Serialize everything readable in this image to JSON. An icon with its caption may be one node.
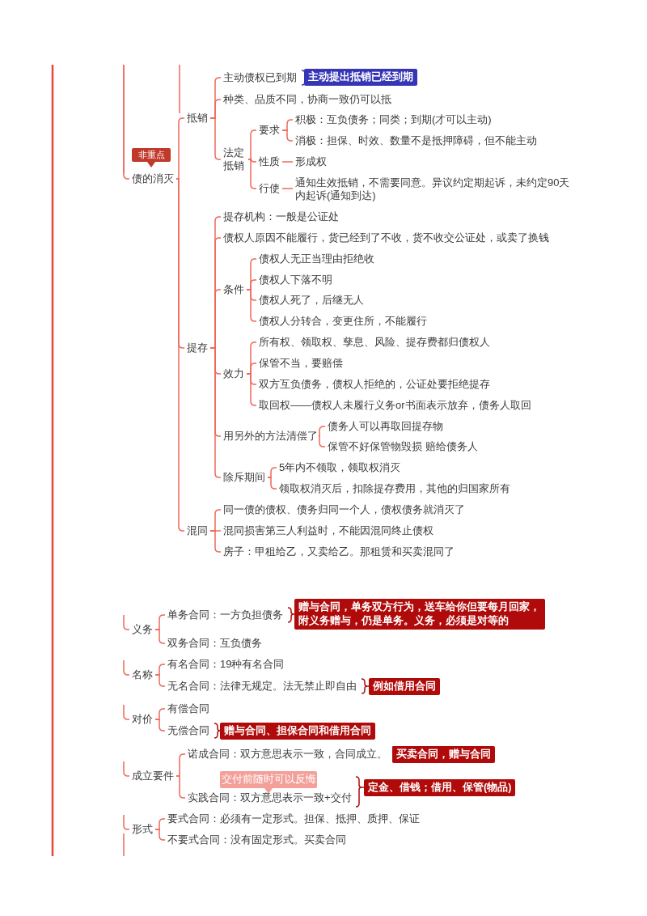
{
  "diagram": {
    "nodes": [
      {
        "text": [
          "非重点"
        ]
      },
      {
        "text": [
          "债的消灭"
        ]
      },
      {
        "text": [
          "抵销"
        ]
      },
      {
        "text": [
          "主动债权已到期"
        ]
      },
      {
        "text": [
          "主动提出抵销已经到期"
        ]
      },
      {
        "text": [
          "种类、品质不同，协商一致仍可以抵"
        ]
      },
      {
        "text": [
          "法定抵销"
        ]
      },
      {
        "text": [
          "要求"
        ]
      },
      {
        "text": [
          "积极：互负债务；同类；到期(才可以主动)"
        ]
      },
      {
        "text": [
          "消极：担保、时效、数量不是抵押障碍，但不能主动"
        ]
      },
      {
        "text": [
          "性质"
        ]
      },
      {
        "text": [
          "形成权"
        ]
      },
      {
        "text": [
          "行使"
        ]
      },
      {
        "text": [
          "通知生效抵销，不需要同意。异议约定期起诉，未约定90天内起诉(通知到达)"
        ]
      },
      {
        "text": [
          "提存"
        ]
      },
      {
        "text": [
          "提存机构：一般是公证处"
        ]
      },
      {
        "text": [
          "债权人原因不能履行，货已经到了不收，货不收交公证处，或卖了换钱"
        ]
      },
      {
        "text": [
          "条件"
        ]
      },
      {
        "text": [
          "债权人无正当理由拒绝收"
        ]
      },
      {
        "text": [
          "债权人下落不明"
        ]
      },
      {
        "text": [
          "债权人死了，后继无人"
        ]
      },
      {
        "text": [
          "债权人分转合，变更住所，不能履行"
        ]
      },
      {
        "text": [
          "效力"
        ]
      },
      {
        "text": [
          "所有权、领取权、孳息、风险、提存费都归债权人"
        ]
      },
      {
        "text": [
          "保管不当，要赔偿"
        ]
      },
      {
        "text": [
          "双方互负债务，债权人拒绝的，公证处要拒绝提存"
        ]
      },
      {
        "text": [
          "取回权——债权人未履行义务or书面表示放弃，债务人取回"
        ]
      },
      {
        "text": [
          "用另外的方法清偿了"
        ]
      },
      {
        "text": [
          "债务人可以再取回提存物"
        ]
      },
      {
        "text": [
          "保管不好保管物毁损  赔给债务人"
        ]
      },
      {
        "text": [
          "除斥期间"
        ]
      },
      {
        "text": [
          "5年内不领取，领取权消灭"
        ]
      },
      {
        "text": [
          "领取权消灭后，扣除提存费用，其他的归国家所有"
        ]
      },
      {
        "text": [
          "混同"
        ]
      },
      {
        "text": [
          "同一债的债权、债务归同一个人，债权债务就消灭了"
        ]
      },
      {
        "text": [
          "混同损害第三人利益时，不能因混同终止债权"
        ]
      },
      {
        "text": [
          "房子：甲租给乙，又卖给乙。那租赁和买卖混同了"
        ]
      },
      {
        "text": [
          "义务"
        ]
      },
      {
        "text": [
          "单务合同：一方负担债务"
        ]
      },
      {
        "text": [
          "赠与合同，单务双方行为，送车给你但要每月回家，附义务赠与，仍是单务。义务，必须是对等的"
        ]
      },
      {
        "text": [
          "双务合同：互负债务"
        ]
      },
      {
        "text": [
          "名称"
        ]
      },
      {
        "text": [
          "有名合同：19种有名合同"
        ]
      },
      {
        "text": [
          "无名合同：法律无规定。法无禁止即自由"
        ]
      },
      {
        "text": [
          "例如借用合同"
        ]
      },
      {
        "text": [
          "对价"
        ]
      },
      {
        "text": [
          "有偿合同"
        ]
      },
      {
        "text": [
          "无偿合同"
        ]
      },
      {
        "text": [
          "赠与合同、担保合同和借用合同"
        ]
      },
      {
        "text": [
          "成立要件"
        ]
      },
      {
        "text": [
          "诺成合同：双方意思表示一致，合同成立。"
        ]
      },
      {
        "text": [
          "买卖合同，赠与合同"
        ]
      },
      {
        "text": [
          "交付前随时可以反悔"
        ]
      },
      {
        "text": [
          "实践合同：双方意思表示一致+交付"
        ]
      },
      {
        "text": [
          "定金、借钱；借用、保管(物品)"
        ]
      },
      {
        "text": [
          "形式"
        ]
      },
      {
        "text": [
          "要式合同：必须有一定形式。担保、抵押、质押、保证"
        ]
      },
      {
        "text": [
          "不要式合同：没有固定形式。买卖合同"
        ]
      }
    ],
    "edges": [
      {
        "from": null,
        "to": 1,
        "arrow": "none"
      },
      {
        "from": 1,
        "to": 2,
        "arrow": "none"
      },
      {
        "from": 1,
        "to": 14,
        "arrow": "none"
      },
      {
        "from": 1,
        "to": 33,
        "arrow": "none"
      },
      {
        "from": 2,
        "to": 3,
        "arrow": "none"
      },
      {
        "from": 2,
        "to": 5,
        "arrow": "none"
      },
      {
        "from": 2,
        "to": 6,
        "arrow": "none"
      },
      {
        "from": 3,
        "to": 4,
        "arrow": "none",
        "color": "#3838b8"
      },
      {
        "from": 6,
        "to": 7,
        "arrow": "none"
      },
      {
        "from": 6,
        "to": 10,
        "arrow": "none"
      },
      {
        "from": 6,
        "to": 12,
        "arrow": "none"
      },
      {
        "from": 7,
        "to": 8,
        "arrow": "none"
      },
      {
        "from": 7,
        "to": 9,
        "arrow": "none"
      },
      {
        "from": 10,
        "to": 11,
        "arrow": "none"
      },
      {
        "from": 12,
        "to": 13,
        "arrow": "none"
      },
      {
        "from": 14,
        "to": 15,
        "arrow": "none"
      },
      {
        "from": 14,
        "to": 16,
        "arrow": "none"
      },
      {
        "from": 14,
        "to": 17,
        "arrow": "none"
      },
      {
        "from": 14,
        "to": 22,
        "arrow": "none"
      },
      {
        "from": 14,
        "to": 27,
        "arrow": "none"
      },
      {
        "from": 14,
        "to": 30,
        "arrow": "none"
      },
      {
        "from": 17,
        "to": 18,
        "arrow": "none"
      },
      {
        "from": 17,
        "to": 19,
        "arrow": "none"
      },
      {
        "from": 17,
        "to": 20,
        "arrow": "none"
      },
      {
        "from": 17,
        "to": 21,
        "arrow": "none"
      },
      {
        "from": 22,
        "to": 23,
        "arrow": "none"
      },
      {
        "from": 22,
        "to": 24,
        "arrow": "none"
      },
      {
        "from": 22,
        "to": 25,
        "arrow": "none"
      },
      {
        "from": 22,
        "to": 26,
        "arrow": "none"
      },
      {
        "from": 27,
        "to": 28,
        "arrow": "none"
      },
      {
        "from": 27,
        "to": 29,
        "arrow": "none"
      },
      {
        "from": 30,
        "to": 31,
        "arrow": "none"
      },
      {
        "from": 30,
        "to": 32,
        "arrow": "none"
      },
      {
        "from": 33,
        "to": 34,
        "arrow": "none"
      },
      {
        "from": 33,
        "to": 35,
        "arrow": "none"
      },
      {
        "from": 33,
        "to": 36,
        "arrow": "none"
      },
      {
        "from": null,
        "to": 37,
        "arrow": "none"
      },
      {
        "from": 37,
        "to": 38,
        "arrow": "none"
      },
      {
        "from": 37,
        "to": 40,
        "arrow": "none"
      },
      {
        "from": 38,
        "to": 39,
        "arrow": "none",
        "color": "#b00a0a"
      },
      {
        "from": null,
        "to": 41,
        "arrow": "none"
      },
      {
        "from": 41,
        "to": 42,
        "arrow": "none"
      },
      {
        "from": 41,
        "to": 43,
        "arrow": "none"
      },
      {
        "from": 43,
        "to": 44,
        "arrow": "none",
        "color": "#b00a0a"
      },
      {
        "from": null,
        "to": 45,
        "arrow": "none"
      },
      {
        "from": 45,
        "to": 46,
        "arrow": "none"
      },
      {
        "from": 45,
        "to": 47,
        "arrow": "none"
      },
      {
        "from": 47,
        "to": 48,
        "arrow": "none",
        "color": "#b00a0a"
      },
      {
        "from": null,
        "to": 49,
        "arrow": "none"
      },
      {
        "from": 49,
        "to": 50,
        "arrow": "none"
      },
      {
        "from": 49,
        "to": 53,
        "arrow": "none"
      },
      {
        "from": 50,
        "to": 51,
        "arrow": "none",
        "color": "#b00a0a"
      },
      {
        "from": 53,
        "to": 54,
        "arrow": "none",
        "color": "#b00a0a"
      },
      {
        "from": null,
        "to": 55,
        "arrow": "none"
      },
      {
        "from": 55,
        "to": 56,
        "arrow": "none"
      },
      {
        "from": 55,
        "to": 57,
        "arrow": "none"
      }
    ]
  }
}
